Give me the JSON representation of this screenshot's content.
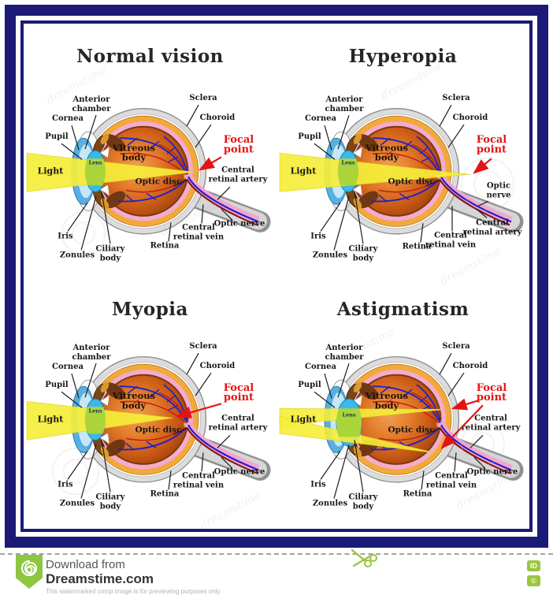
{
  "panels": [
    {
      "id": "normal",
      "title": "Normal vision",
      "variant": "normal"
    },
    {
      "id": "hyperopia",
      "title": "Hyperopia",
      "variant": "hyperopia"
    },
    {
      "id": "myopia",
      "title": "Myopia",
      "variant": "myopia"
    },
    {
      "id": "astigmatism",
      "title": "Astigmatism",
      "variant": "astigmatism"
    }
  ],
  "labels": {
    "anterior_chamber": [
      "Anterior",
      "chamber"
    ],
    "cornea": "Cornea",
    "pupil": "Pupil",
    "light": "Light",
    "iris": "Iris",
    "zonules": "Zonules",
    "ciliary_body": [
      "Ciliary",
      "body"
    ],
    "lens": "Lens",
    "vitreous_body": [
      "Vitreous",
      "body"
    ],
    "optic_disc": "Optic disc",
    "sclera": "Sclera",
    "choroid": "Choroid",
    "focal_point": [
      "Focal",
      "point"
    ],
    "central_retinal_artery": [
      "Central",
      "retinal artery"
    ],
    "optic_nerve": "Optic nerve",
    "central_retinal_vein": [
      "Central",
      "retinal vein"
    ],
    "retina": "Retina"
  },
  "colors": {
    "frame": "#1b1a77",
    "title": "#262626",
    "label": "#171717",
    "focal": "#e41414",
    "beam": "#f5ed39",
    "beam_edge": "#d9cc1e",
    "beam_green": "#abd43b",
    "sclera": "#dcdcdc",
    "sclera_edge": "#8a8a8a",
    "choroid": "#f2a93c",
    "choroid_edge": "#b87818",
    "retina_pink": "#f4abd1",
    "vitreous_rim": "#7a3a0c",
    "vitreous_grad": [
      "#f09f52",
      "#e68230",
      "#cc5c16",
      "#a2430c"
    ],
    "lens": "#3cb8ea",
    "lens_edge": "#1888b8",
    "lens_text": "#14324f",
    "cornea": "#58b0e2",
    "cornea_edge": "#2d7cb0",
    "cornea_light": "#c6e7f7",
    "iris": "#7a4614",
    "iris_edge": "#301d08",
    "ciliary": "#d9992f",
    "vessel_blue": "#2121c8",
    "vessel_red": "#c41616",
    "nerve_gray": "#d6d6d6",
    "nerve_edge": "#909090",
    "pink_band": "#f2a6ce",
    "disc": "#d99a30",
    "leader": "#1c1c1c",
    "green": "#8dc63f"
  },
  "watermark": {
    "text": "dreamstime"
  },
  "footer": {
    "download_from": "Download from",
    "brand": "Dreamstime.com",
    "disclaimer": "This watermarked comp image is for previewing purposes only.",
    "id_badge": "ID",
    "copyright_badge": "©"
  }
}
